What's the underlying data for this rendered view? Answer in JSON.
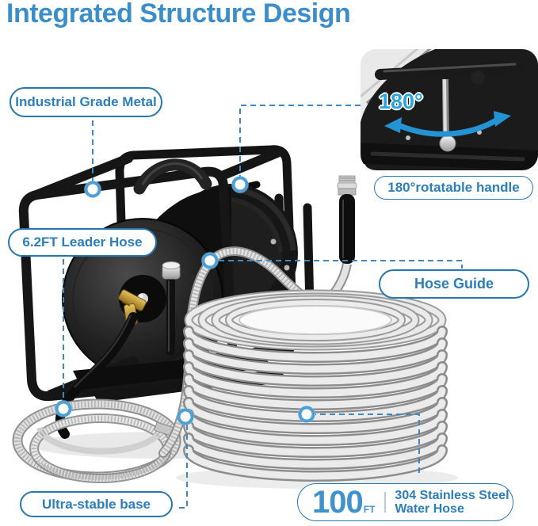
{
  "title": "Integrated Structure Design",
  "colors": {
    "title_blue": "#3b8ec9",
    "pill_border": "#2677ad",
    "pill_text": "#2c7eba",
    "connector_blue": "#3f87be",
    "rotation_accent": "#2aa4de",
    "arrow_blue": "#2493d3"
  },
  "callouts": {
    "industrial_metal": "Industrial Grade Metal",
    "rotatable_handle": "180°rotatable handle",
    "leader_hose": "6.2FT Leader Hose",
    "hose_guide": "Hose Guide",
    "stable_base": "Ultra-stable base"
  },
  "inset": {
    "rotation_label": "180°"
  },
  "spec": {
    "length_value": "100",
    "length_unit": "FT",
    "material_line1": "304 Stainless Steel",
    "material_line2": "Water Hose"
  }
}
